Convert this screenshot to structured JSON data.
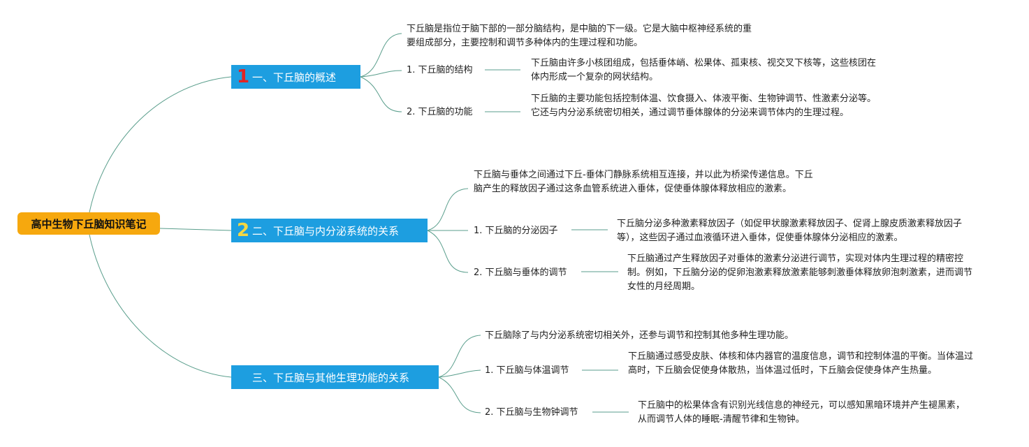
{
  "root": {
    "title": "高中生物下丘脑知识笔记"
  },
  "branches": [
    {
      "number": "1",
      "number_color": "#e02424",
      "title": "一、下丘脑的概述",
      "intro": "下丘脑是指位于脑下部的一部分脑结构，是中脑的下一级。它是大脑中枢神经系统的重要组成部分，主要控制和调节多种体内的生理过程和功能。",
      "items": [
        {
          "label": "1. 下丘脑的结构",
          "detail": "下丘脑由许多小核团组成，包括垂体峭、松果体、孤束核、视交叉下核等，这些核团在体内形成一个复杂的网状结构。"
        },
        {
          "label": "2. 下丘脑的功能",
          "detail": "下丘脑的主要功能包括控制体温、饮食摄入、体液平衡、生物钟调节、性激素分泌等。它还与内分泌系统密切相关，通过调节垂体腺体的分泌来调节体内的生理过程。"
        }
      ]
    },
    {
      "number": "2",
      "number_color": "#f5d742",
      "title": "二、下丘脑与内分泌系统的关系",
      "intro": "下丘脑与垂体之间通过下丘-垂体门静脉系统相互连接，并以此为桥梁传递信息。下丘脑产生的释放因子通过这条血管系统进入垂体，促使垂体腺体释放相应的激素。",
      "items": [
        {
          "label": "1. 下丘脑的分泌因子",
          "detail": "下丘脑分泌多种激素释放因子（如促甲状腺激素释放因子、促肾上腺皮质激素释放因子等），这些因子通过血液循环进入垂体，促使垂体腺体分泌相应的激素。"
        },
        {
          "label": "2. 下丘脑与垂体的调节",
          "detail": "下丘脑通过产生释放因子对垂体的激素分泌进行调节，实现对体内生理过程的精密控制。例如，下丘脑分泌的促卵泡激素释放激素能够刺激垂体释放卵泡刺激素，进而调节女性的月经周期。"
        }
      ]
    },
    {
      "number": "",
      "number_color": "#1d9ee0",
      "title": "三、下丘脑与其他生理功能的关系",
      "intro": "下丘脑除了与内分泌系统密切相关外，还参与调节和控制其他多种生理功能。",
      "items": [
        {
          "label": "1. 下丘脑与体温调节",
          "detail": "下丘脑通过感受皮肤、体核和体内器官的温度信息，调节和控制体温的平衡。当体温过高时，下丘脑会促使身体散热，当体温过低时，下丘脑会促使身体产生热量。"
        },
        {
          "label": "2. 下丘脑与生物钟调节",
          "detail": "下丘脑中的松果体含有识别光线信息的神经元，可以感知黑暗环境并产生褪黑素，从而调节人体的睡眠-清醒节律和生物钟。"
        }
      ]
    }
  ],
  "colors": {
    "line": "#5a9e8c",
    "root_bg": "#f6a80e",
    "branch_bg": "#1d9ee0"
  }
}
